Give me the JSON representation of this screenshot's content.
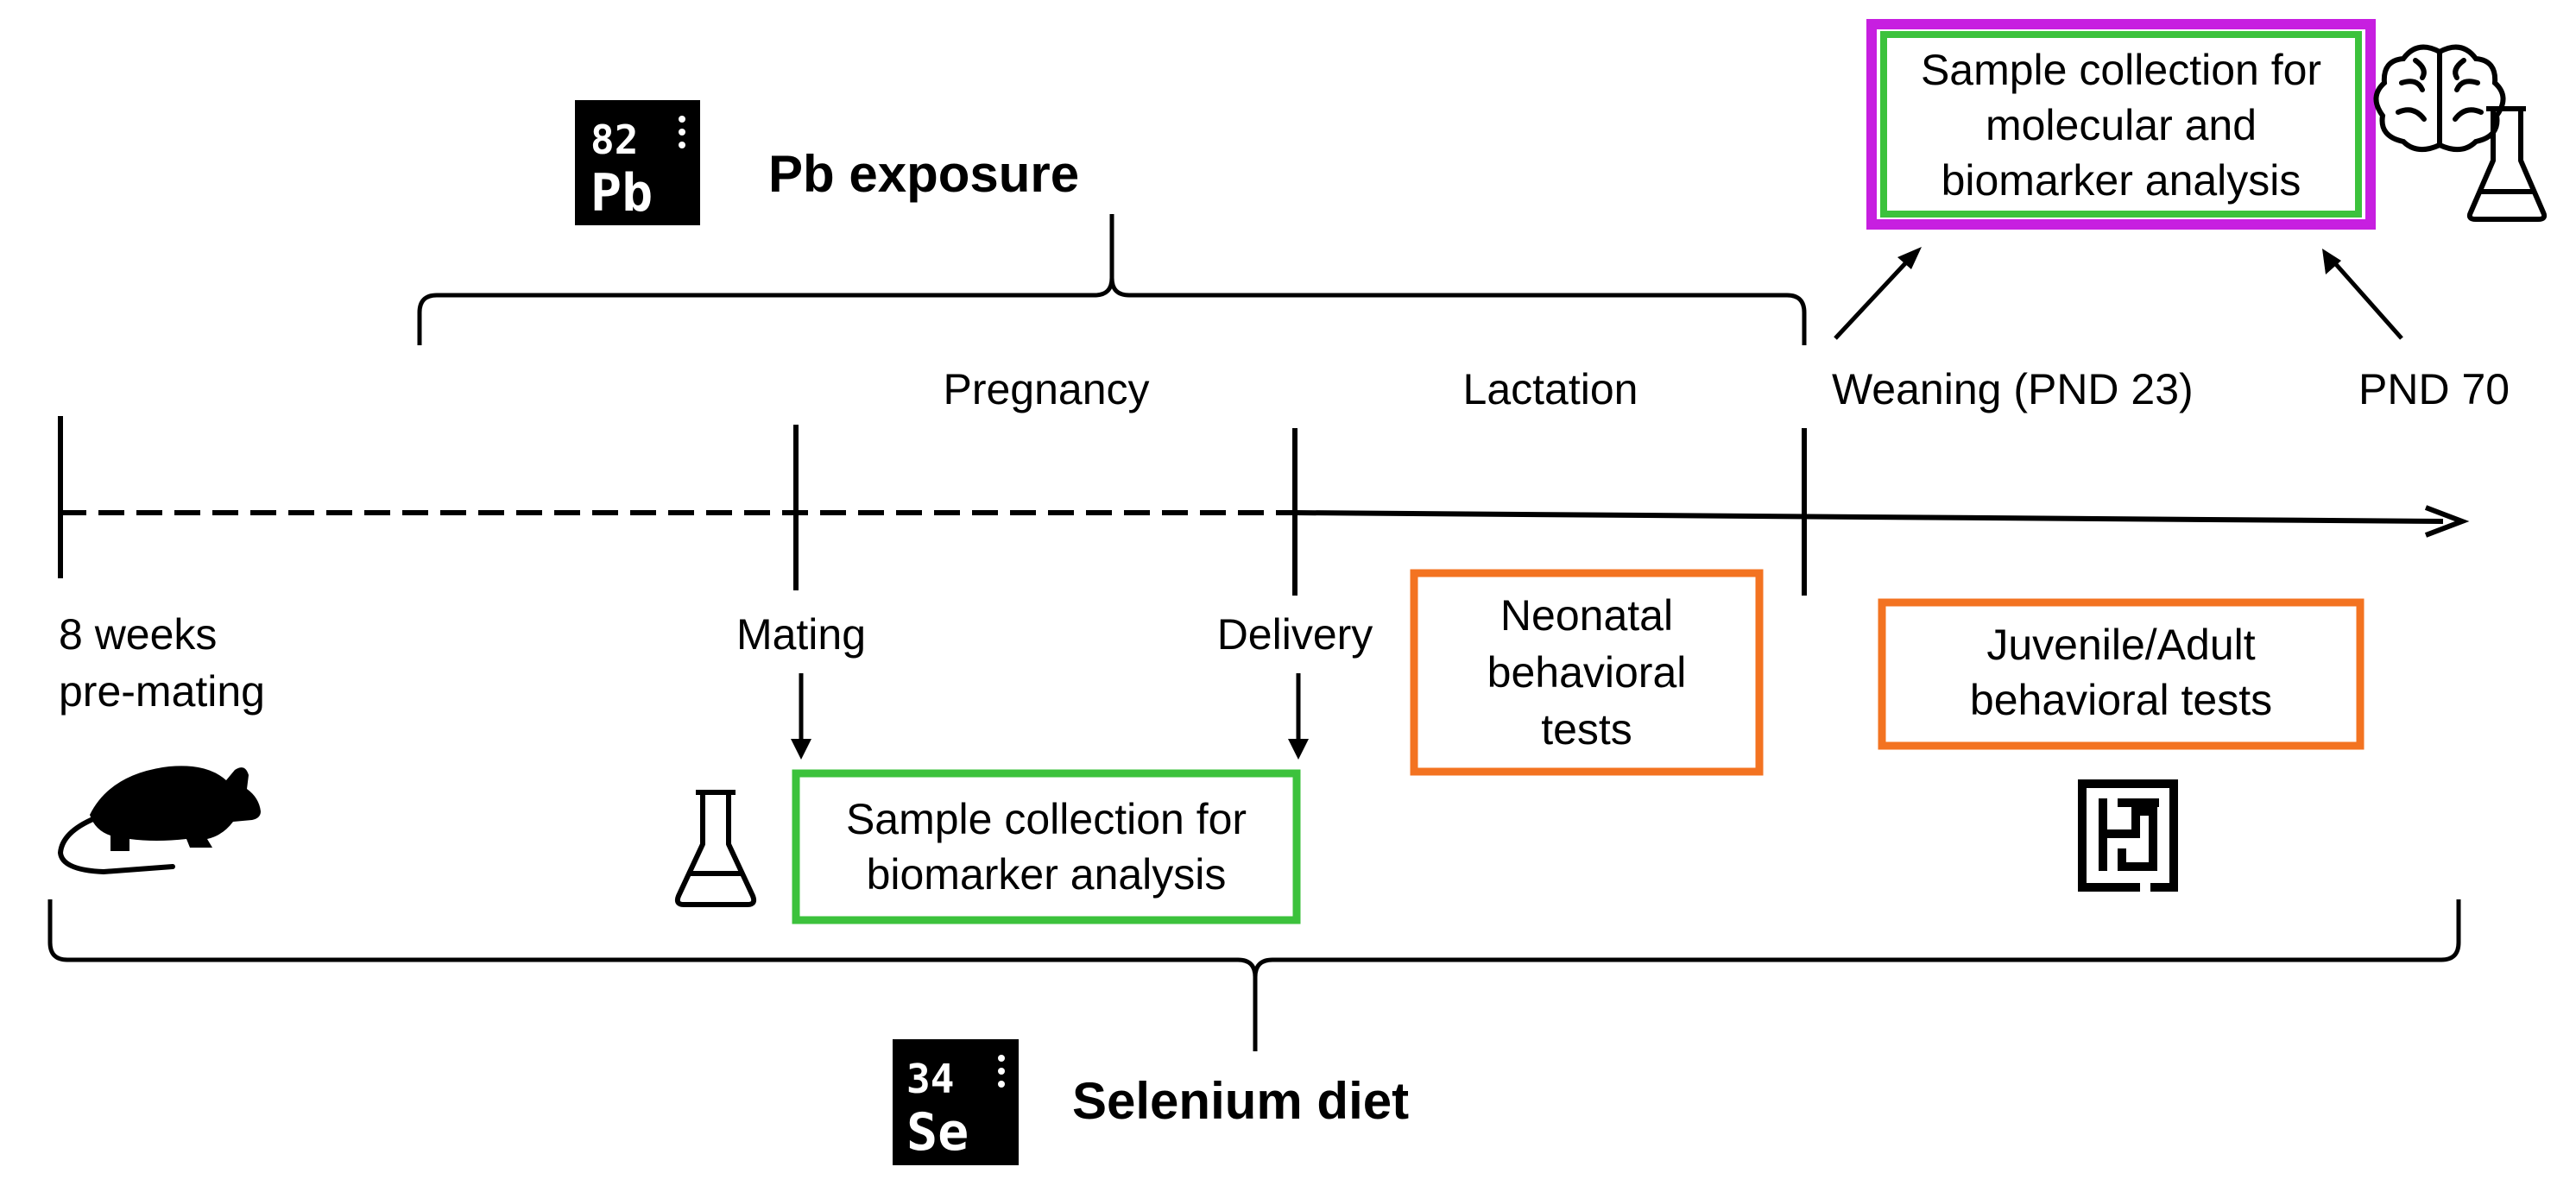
{
  "exposure": {
    "pb_badge": {
      "number": "82",
      "symbol": "Pb"
    },
    "pb_label": "Pb exposure",
    "se_badge": {
      "number": "34",
      "symbol": "Se"
    },
    "se_label": "Selenium diet"
  },
  "phases": {
    "pregnancy": "Pregnancy",
    "lactation": "Lactation",
    "weaning": "Weaning (PND 23)",
    "pnd70": "PND 70"
  },
  "timepoints": {
    "premating_line1": "8 weeks",
    "premating_line2": "pre-mating",
    "mating": "Mating",
    "delivery": "Delivery"
  },
  "boxes": {
    "sample_molecular": [
      "Sample collection for",
      "molecular and",
      "biomarker analysis"
    ],
    "sample_biomarker": [
      "Sample collection for",
      "biomarker analysis"
    ],
    "neonatal": [
      "Neonatal",
      "behavioral",
      "tests"
    ],
    "juvenile": [
      "Juvenile/Adult",
      "behavioral tests"
    ]
  },
  "colors": {
    "green": "#3cc23c",
    "orange": "#f37321",
    "purple": "#c71fe0",
    "black": "#000000"
  },
  "icons": [
    "mouse-icon",
    "flask-icon",
    "brain-icon",
    "maze-icon",
    "lead-element-icon",
    "selenium-element-icon"
  ]
}
